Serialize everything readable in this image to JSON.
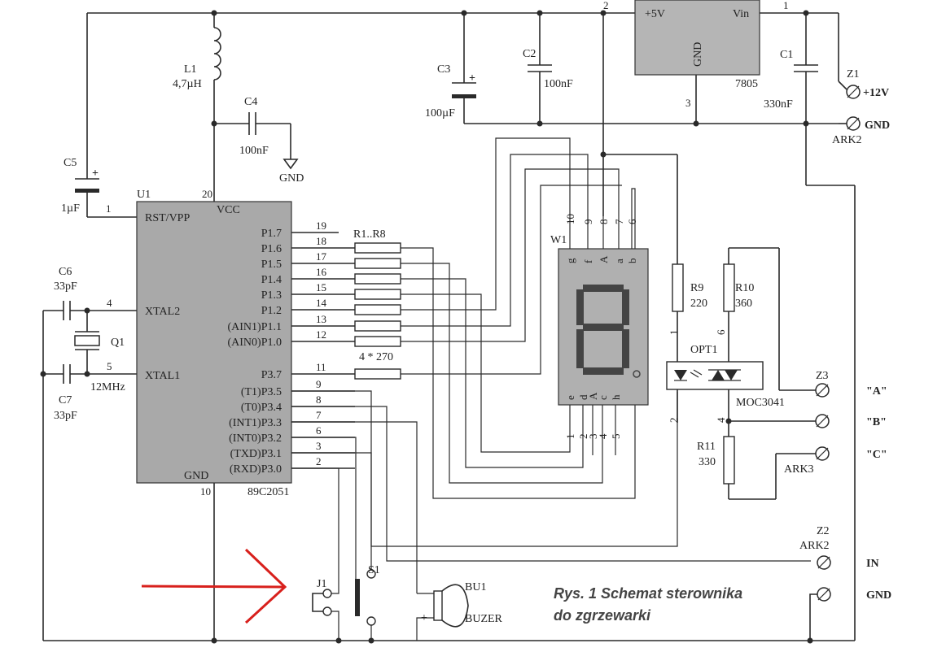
{
  "regulator": {
    "plus5v": "+5V",
    "vin": "Vin",
    "gnd": "GND",
    "part": "7805",
    "pin1": "1",
    "pin2": "2",
    "pin3": "3"
  },
  "z1": {
    "name": "Z1",
    "plus12": "+12V",
    "gnd": "GND",
    "type": "ARK2"
  },
  "c1": {
    "name": "C1",
    "value": "330nF"
  },
  "c2": {
    "name": "C2",
    "value": "100nF"
  },
  "c3": {
    "name": "C3",
    "value": "100µF"
  },
  "c4": {
    "name": "C4",
    "value": "100nF",
    "gnd": "GND"
  },
  "c5": {
    "name": "C5",
    "value": "1µF"
  },
  "c6": {
    "name": "C6",
    "value": "33pF"
  },
  "c7": {
    "name": "C7",
    "value": "33pF"
  },
  "l1": {
    "name": "L1",
    "value": "4,7µH"
  },
  "q1": {
    "name": "Q1",
    "value": "12MHz"
  },
  "u1": {
    "name": "U1",
    "part": "89C2051",
    "vcc": "VCC",
    "gnd": "GND",
    "vcc_pin": "20",
    "gnd_pin": "10",
    "rst": "RST/VPP",
    "rst_pin": "1",
    "xtal2": "XTAL2",
    "xtal2_pin": "4",
    "xtal1": "XTAL1",
    "xtal1_pin": "5",
    "right_pins": [
      {
        "label": "P1.7",
        "num": "19"
      },
      {
        "label": "P1.6",
        "num": "18"
      },
      {
        "label": "P1.5",
        "num": "17"
      },
      {
        "label": "P1.4",
        "num": "16"
      },
      {
        "label": "P1.3",
        "num": "15"
      },
      {
        "label": "P1.2",
        "num": "14"
      },
      {
        "label": "(AIN1)P1.1",
        "num": "13"
      },
      {
        "label": "(AIN0)P1.0",
        "num": "12"
      },
      {
        "label": "P3.7",
        "num": "11"
      },
      {
        "label": "(T1)P3.5",
        "num": "9"
      },
      {
        "label": "(T0)P3.4",
        "num": "8"
      },
      {
        "label": "(INT1)P3.3",
        "num": "7"
      },
      {
        "label": "(INT0)P3.2",
        "num": "6"
      },
      {
        "label": "(TXD)P3.1",
        "num": "3"
      },
      {
        "label": "(RXD)P3.0",
        "num": "2"
      }
    ]
  },
  "resistors": {
    "r1r8": "R1..R8",
    "value": "4 * 270"
  },
  "w1": {
    "name": "W1",
    "top_nums": [
      "10",
      "9",
      "8",
      "7",
      "6"
    ],
    "top_letters": [
      "g",
      "f",
      "A",
      "a",
      "b"
    ],
    "bot_letters": [
      "e",
      "d",
      "A",
      "c",
      "h"
    ],
    "bot_nums": [
      "1",
      "2",
      "3",
      "4",
      "5"
    ]
  },
  "r9": {
    "name": "R9",
    "value": "220"
  },
  "r10": {
    "name": "R10",
    "value": "360"
  },
  "r11": {
    "name": "R11",
    "value": "330"
  },
  "opt1": {
    "name": "OPT1",
    "part": "MOC3041",
    "pin1": "1",
    "pin2": "2",
    "pin4": "4",
    "pin6": "6"
  },
  "z3": {
    "name": "Z3",
    "type": "ARK3",
    "a": "\"A\"",
    "b": "\"B\"",
    "c": "\"C\""
  },
  "z2": {
    "name": "Z2",
    "type": "ARK2",
    "in": "IN",
    "gnd": "GND"
  },
  "j1": {
    "name": "J1"
  },
  "s1": {
    "name": "S1"
  },
  "bu1": {
    "name": "BU1",
    "part": "BUZER",
    "plus": "+"
  },
  "caption": {
    "line1": "Rys. 1 Schemat sterownika",
    "line2": "do zgrzewarki"
  },
  "arrow_color": "#d8201c"
}
